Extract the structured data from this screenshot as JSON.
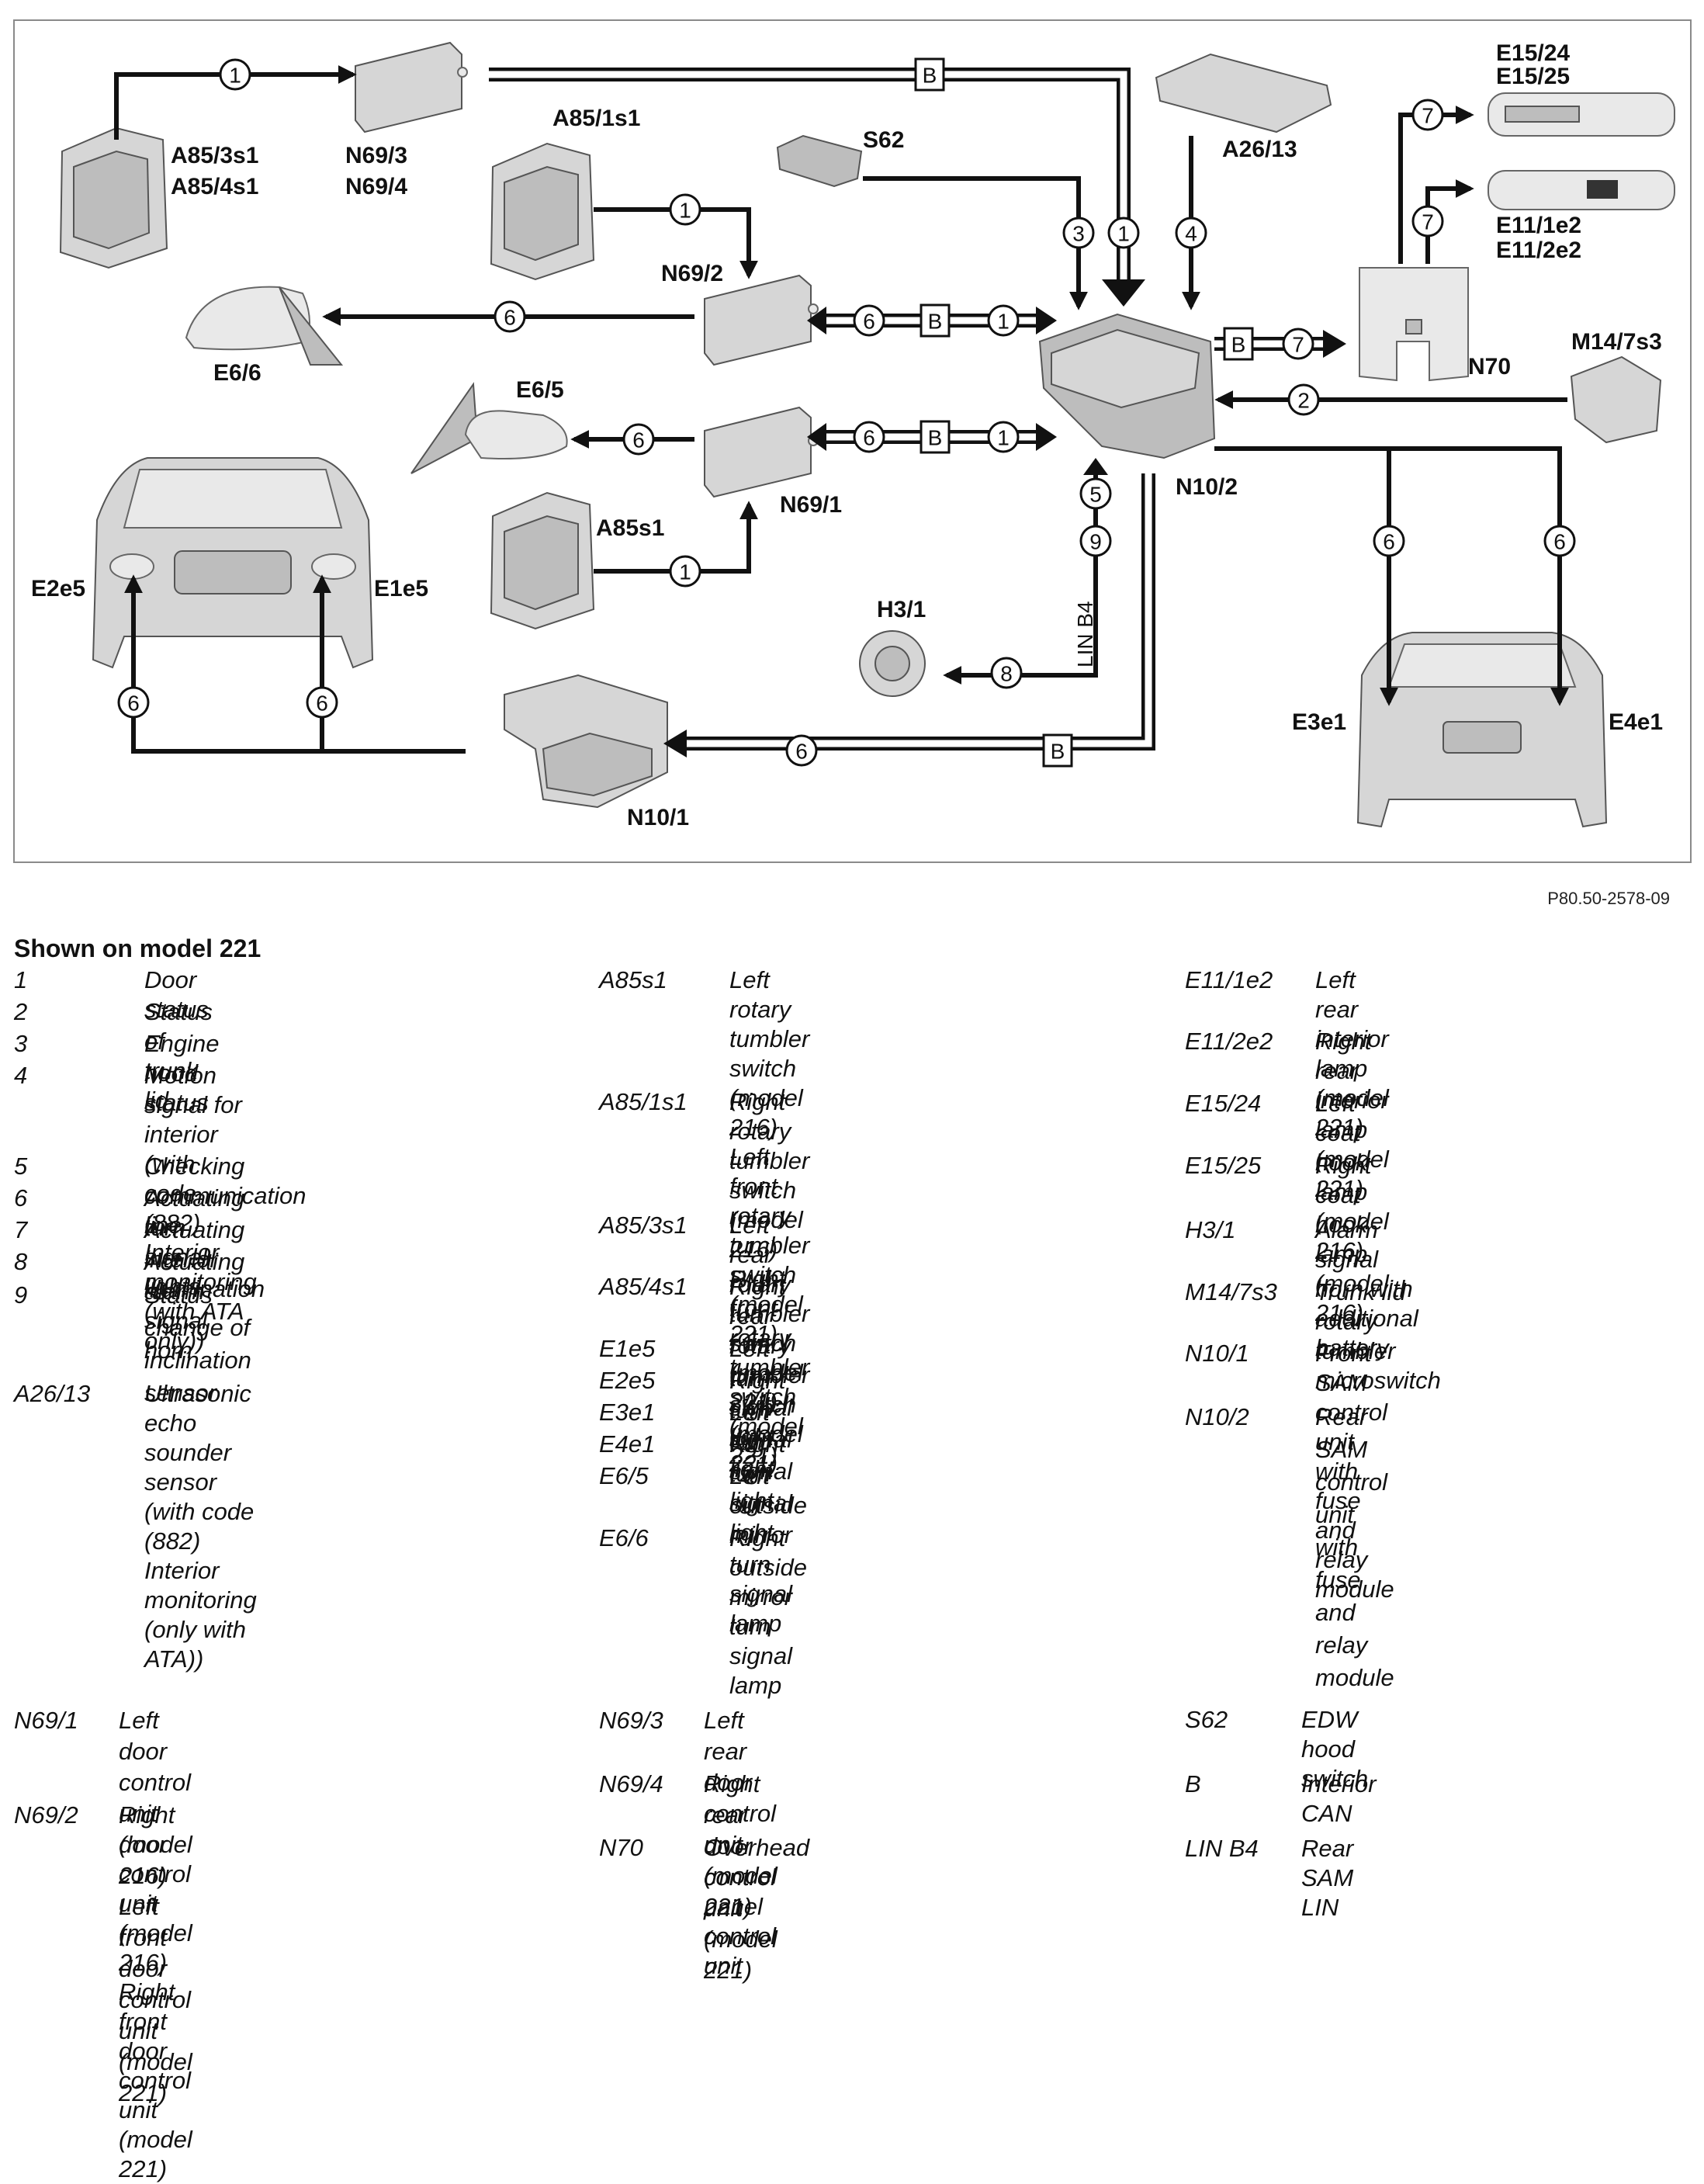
{
  "figure_code": "P80.50-2578-09",
  "legend_title": "Shown on model 221",
  "diagram": {
    "component_labels": {
      "a85_3s1": "A85/3s1",
      "a85_4s1": "A85/4s1",
      "n69_3": "N69/3",
      "n69_4": "N69/4",
      "a85_1s1": "A85/1s1",
      "s62": "S62",
      "a26_13": "A26/13",
      "e15_24": "E15/24",
      "e15_25": "E15/25",
      "e11_1e2": "E11/1e2",
      "e11_2e2": "E11/2e2",
      "n69_2": "N69/2",
      "e6_6": "E6/6",
      "e6_5": "E6/5",
      "n70": "N70",
      "m14_7s3": "M14/7s3",
      "n69_1": "N69/1",
      "n10_2": "N10/2",
      "a85s1": "A85s1",
      "e2e5": "E2e5",
      "e1e5": "E1e5",
      "h3_1": "H3/1",
      "lin_b4": "LIN B4",
      "e3e1": "E3e1",
      "e4e1": "E4e1",
      "n10_1": "N10/1"
    },
    "signal_numbers": [
      "1",
      "2",
      "3",
      "4",
      "5",
      "6",
      "7",
      "8",
      "9"
    ],
    "bus_label": "B"
  },
  "legend": {
    "col1": [
      {
        "key": "1",
        "value": "Door status"
      },
      {
        "key": "2",
        "value": "Status of trunk lid"
      },
      {
        "key": "3",
        "value": "Engine hood status"
      },
      {
        "key": "4",
        "value": "Motion signal for interior (with\ncode (882) Interior monitoring\n(with ATA only))"
      },
      {
        "key": "5",
        "value": "Checking communication line"
      },
      {
        "key": "6",
        "value": "Actuating turn signal lights"
      },
      {
        "key": "7",
        "value": "Actuating interior illumination"
      },
      {
        "key": "8",
        "value": "Actuating alarm signal horn"
      },
      {
        "key": "9",
        "value": "Status change of inclination\nsensor"
      },
      {
        "key": "A26/13",
        "value": "Ultrasonic echo sounder sensor\n(with code (882) Interior\nmonitoring (only with ATA))"
      }
    ],
    "col2": [
      {
        "key": "A85s1",
        "value": "Left rotary tumbler switch\n(model 216)\nLeft front rotary tumbler switch\n(model 221)"
      },
      {
        "key": "A85/1s1",
        "value": "Right rotary tumbler switch\n(model 216)\nRight front rotary tumbler switch\n(model 221)"
      },
      {
        "key": "A85/3s1",
        "value": "Left rear rotary tumbler switch\n(model 221)"
      },
      {
        "key": "A85/4s1",
        "value": "Right rear rotary tumbler switch\n(model 221)"
      },
      {
        "key": "E1e5",
        "value": "Left turn signal light"
      },
      {
        "key": "E2e5",
        "value": "Right turn signal light"
      },
      {
        "key": "E3e1",
        "value": "Left turn signal light"
      },
      {
        "key": "E4e1",
        "value": "Right turn signal light"
      },
      {
        "key": "E6/5",
        "value": "Left outside mirror turn signal\nlamp"
      },
      {
        "key": "E6/6",
        "value": "Right outside mirror turn signal\nlamp"
      }
    ],
    "col3": [
      {
        "key": "E11/1e2",
        "value": "Left rear interior lamp (model\n221)"
      },
      {
        "key": "E11/2e2",
        "value": "Right rear interior lamp (model\n221)"
      },
      {
        "key": "E15/24",
        "value": "Left coat hook lamp\n(model 216)"
      },
      {
        "key": "E15/25",
        "value": "Right coat hook lamp\n(model 216)"
      },
      {
        "key": "H3/1",
        "value": "Alarm signal horn with additional\nbattery"
      },
      {
        "key": "M14/7s3",
        "value": "Trunk lid rotary tumbler\nmicroswitch"
      },
      {
        "key": "N10/1",
        "value": "Front SAM control unit with fuse\nand relay module"
      },
      {
        "key": "N10/2",
        "value": "Rear SAM control unit with fuse\nand relay module"
      }
    ],
    "bottom1": [
      {
        "key": "N69/1",
        "value": "Left door control unit (model 216)\nLeft front door control unit\n(model 221)"
      },
      {
        "key": "N69/2",
        "value": "Right door control unit (model\n216)\nRight front door control unit\n(model 221)"
      }
    ],
    "bottom2": [
      {
        "key": "N69/3",
        "value": "Left rear door control unit\n(model 221)"
      },
      {
        "key": "N69/4",
        "value": "Right rear door control unit\n(model 221)"
      },
      {
        "key": "N70",
        "value": "Overhead control panel control\nunit"
      }
    ],
    "bottom3": [
      {
        "key": "S62",
        "value": "EDW hood switch"
      },
      {
        "key": "B",
        "value": "Interior CAN"
      },
      {
        "key": "LIN B4",
        "value": "Rear SAM LIN"
      }
    ]
  }
}
